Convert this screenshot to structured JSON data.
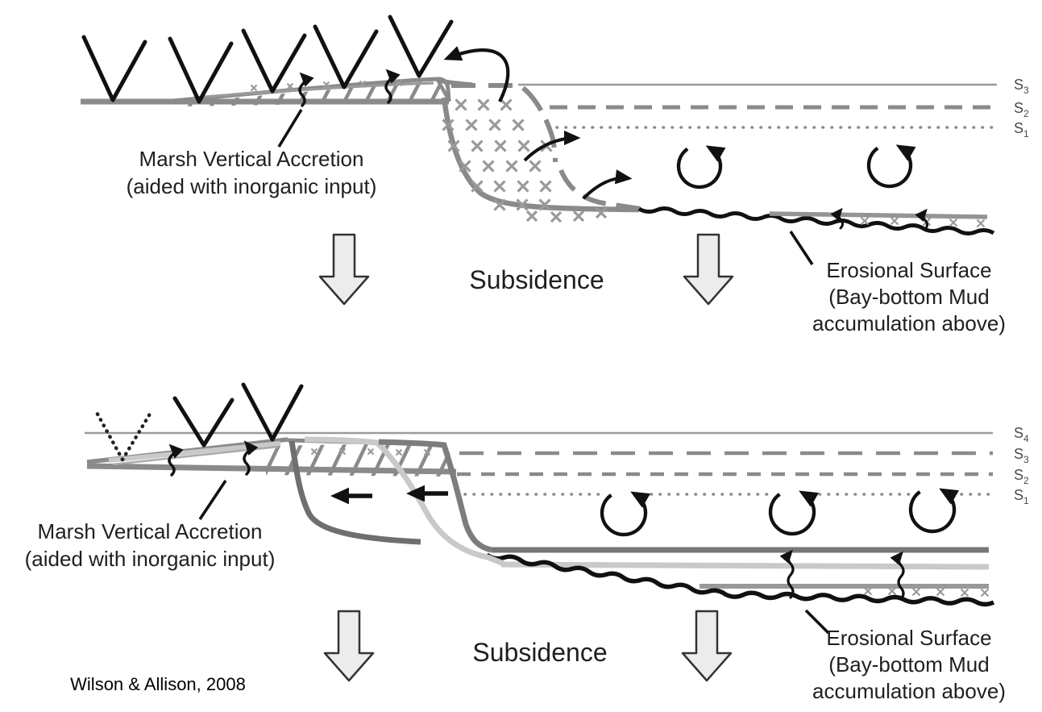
{
  "citation": "Wilson & Allison, 2008",
  "colors": {
    "line_gray": "#8a8a8a",
    "dark_gray": "#6f6f6f",
    "medium_gray": "#7d7d7d",
    "light_gray": "#c9c9c9",
    "mud_gray": "#999999",
    "black": "#111111",
    "arrow_fill": "#ececec",
    "arrow_outline": "#333333"
  },
  "panels": {
    "top": {
      "marsh_accretion_label": [
        "Marsh Vertical Accretion",
        "(aided with inorganic input)"
      ],
      "subsidence_label": "Subsidence",
      "erosional_surface_label": [
        "Erosional Surface",
        "(Bay-bottom Mud",
        "accumulation above)"
      ],
      "stratigraphy_labels": [
        {
          "base": "S",
          "sub": "3"
        },
        {
          "base": "S",
          "sub": "2"
        },
        {
          "base": "S",
          "sub": "1"
        }
      ]
    },
    "bottom": {
      "marsh_accretion_label": [
        "Marsh Vertical Accretion",
        "(aided with inorganic input)"
      ],
      "subsidence_label": "Subsidence",
      "erosional_surface_label": [
        "Erosional Surface",
        "(Bay-bottom Mud",
        "accumulation above)"
      ],
      "stratigraphy_labels": [
        {
          "base": "S",
          "sub": "4"
        },
        {
          "base": "S",
          "sub": "3"
        },
        {
          "base": "S",
          "sub": "2"
        },
        {
          "base": "S",
          "sub": "1"
        }
      ]
    }
  }
}
